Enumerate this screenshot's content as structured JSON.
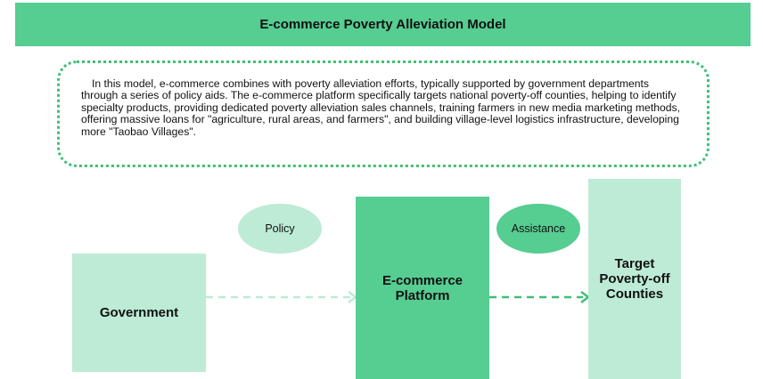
{
  "title": "E-commerce Poverty Alleviation Model",
  "description": "In this model, e-commerce combines with poverty alleviation efforts, typically supported by government departments through a series of policy aids. The e-commerce platform specifically targets national poverty-off counties, helping to identify specialty products, providing dedicated poverty alleviation sales channels, training farmers in new media marketing methods, offering massive loans for \"agriculture, rural areas, and farmers\", and building village-level logistics infrastructure, developing more \"Taobao Villages\".",
  "nodes": {
    "government": "Government",
    "platform": "E-commerce Platform",
    "target": "Target Poverty-off Counties"
  },
  "edges": {
    "policy": "Policy",
    "assistance": "Assistance"
  },
  "colors": {
    "dark_green": "#56cd91",
    "light_green": "#bdebd5",
    "border_green": "#3fbf76"
  }
}
